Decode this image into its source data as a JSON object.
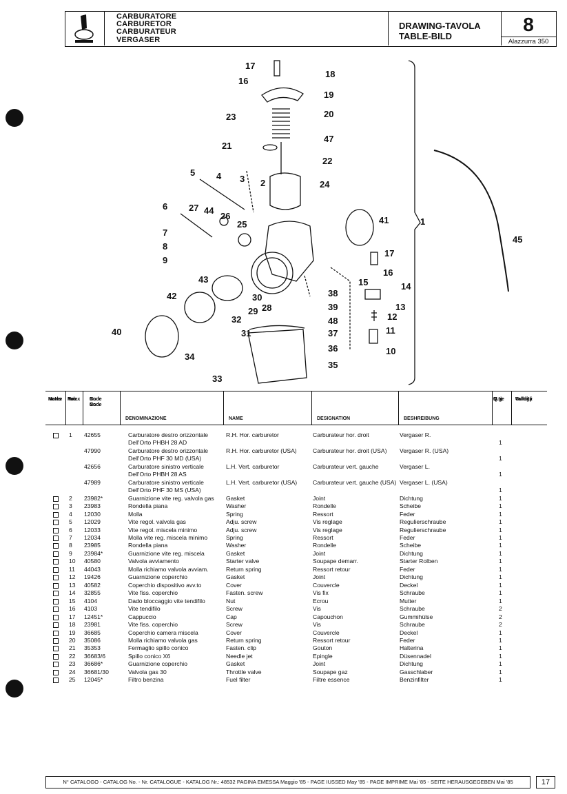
{
  "header": {
    "titles": [
      "CARBURATORE",
      "CARBURETOR",
      "CARBURATEUR",
      "VERGASER"
    ],
    "drawing_labels": [
      "DRAWING-TAVOLA",
      "TABLE-BILD"
    ],
    "drawing_number": "8",
    "model": "Alazzurra 350"
  },
  "diagram": {
    "callouts": [
      "17",
      "18",
      "16",
      "19",
      "23",
      "20",
      "47",
      "21",
      "22",
      "5",
      "4",
      "3",
      "2",
      "24",
      "6",
      "27",
      "44",
      "26",
      "25",
      "41",
      "1",
      "45",
      "7",
      "8",
      "9",
      "17",
      "16",
      "15",
      "14",
      "43",
      "42",
      "30",
      "38",
      "28",
      "39",
      "29",
      "13",
      "12",
      "32",
      "48",
      "40",
      "31",
      "37",
      "11",
      "36",
      "34",
      "10",
      "35",
      "33"
    ]
  },
  "table": {
    "headers": {
      "notes": [
        "Note",
        "Notes",
        "Notes",
        "Marke"
      ],
      "index": [
        "Index",
        "No.",
        "Pos.",
        "N."
      ],
      "code": [
        "Code N.",
        "Nr. Code",
        "N. Cod.",
        "Code Nr."
      ],
      "denominazione": "DENOMINAZIONE",
      "name": "NAME",
      "designation": "DESIGNATION",
      "beshreibung": "BESHREIBUNG",
      "qty": [
        "Q.ty",
        "Q.tà",
        "Q.te",
        "M.ge"
      ],
      "validity": [
        "Validity",
        "Validità",
        "Validité",
        "Gultig"
      ]
    },
    "rows": [
      {
        "chk": true,
        "idx": "1",
        "code": "42655",
        "den": "Carburatore destro orizzontale",
        "name": "R.H. Hor. carburetor",
        "des": "Carburateur hor. droit",
        "besh": "Vergaser R.",
        "qty": ""
      },
      {
        "chk": false,
        "idx": "",
        "code": "",
        "den": "Dell'Orto PHBH 28 AD",
        "name": "",
        "des": "",
        "besh": "",
        "qty": "1"
      },
      {
        "chk": false,
        "idx": "",
        "code": "47990",
        "den": "Carburatore destro orizzontale",
        "name": "R.H. Hor. carburetor (USA)",
        "des": "Carburateur hor. droit (USA)",
        "besh": "Vergaser R. (USA)",
        "qty": ""
      },
      {
        "chk": false,
        "idx": "",
        "code": "",
        "den": "Dell'Orto PHF 30 MD (USA)",
        "name": "",
        "des": "",
        "besh": "",
        "qty": "1"
      },
      {
        "chk": false,
        "idx": "",
        "code": "42656",
        "den": "Carburatore sinistro verticale",
        "name": "L.H. Vert. carburetor",
        "des": "Carburateur vert. gauche",
        "besh": "Vergaser L.",
        "qty": ""
      },
      {
        "chk": false,
        "idx": "",
        "code": "",
        "den": "Dell'Orto PHBH 28 AS",
        "name": "",
        "des": "",
        "besh": "",
        "qty": "1"
      },
      {
        "chk": false,
        "idx": "",
        "code": "47989",
        "den": "Carburatore sinistro verticale",
        "name": "L.H. Vert. carburetor (USA)",
        "des": "Carburateur vert. gauche (USA)",
        "besh": "Vergaser L. (USA)",
        "qty": ""
      },
      {
        "chk": false,
        "idx": "",
        "code": "",
        "den": "Dell'Orto PHF 30 MS (USA)",
        "name": "",
        "des": "",
        "besh": "",
        "qty": "1"
      },
      {
        "chk": true,
        "idx": "2",
        "code": "23982*",
        "den": "Guarnizione vite reg. valvola gas",
        "name": "Gasket",
        "des": "Joint",
        "besh": "Dichtung",
        "qty": "1"
      },
      {
        "chk": true,
        "idx": "3",
        "code": "23983",
        "den": "Rondella piana",
        "name": "Washer",
        "des": "Rondelle",
        "besh": "Scheibe",
        "qty": "1"
      },
      {
        "chk": true,
        "idx": "4",
        "code": "12030",
        "den": "Molla",
        "name": "Spring",
        "des": "Ressort",
        "besh": "Feder",
        "qty": "1"
      },
      {
        "chk": true,
        "idx": "5",
        "code": "12029",
        "den": "Vite regol. valvola gas",
        "name": "Adju. screw",
        "des": "Vis reglage",
        "besh": "Regulierschraube",
        "qty": "1"
      },
      {
        "chk": true,
        "idx": "6",
        "code": "12033",
        "den": "Vite regol. miscela minimo",
        "name": "Adju. screw",
        "des": "Vis reglage",
        "besh": "Regulierschraube",
        "qty": "1"
      },
      {
        "chk": true,
        "idx": "7",
        "code": "12034",
        "den": "Molla vite reg. miscela minimo",
        "name": "Spring",
        "des": "Ressort",
        "besh": "Feder",
        "qty": "1"
      },
      {
        "chk": true,
        "idx": "8",
        "code": "23985",
        "den": "Rondella piana",
        "name": "Washer",
        "des": "Rondelle",
        "besh": "Scheibe",
        "qty": "1"
      },
      {
        "chk": true,
        "idx": "9",
        "code": "23984*",
        "den": "Guarnizione vite reg. miscela",
        "name": "Gasket",
        "des": "Joint",
        "besh": "Dichtung",
        "qty": "1"
      },
      {
        "chk": true,
        "idx": "10",
        "code": "40580",
        "den": "Valvola avviamento",
        "name": "Starter valve",
        "des": "Soupape demarr.",
        "besh": "Starter Rolben",
        "qty": "1"
      },
      {
        "chk": true,
        "idx": "11",
        "code": "44043",
        "den": "Molla richiamo valvola avviam.",
        "name": "Return spring",
        "des": "Ressort retour",
        "besh": "Feder",
        "qty": "1"
      },
      {
        "chk": true,
        "idx": "12",
        "code": "19426",
        "den": "Guarnizione coperchio",
        "name": "Gasket",
        "des": "Joint",
        "besh": "Dichtung",
        "qty": "1"
      },
      {
        "chk": true,
        "idx": "13",
        "code": "40582",
        "den": "Coperchio dispositivo avv.to",
        "name": "Cover",
        "des": "Couvercle",
        "besh": "Deckel",
        "qty": "1"
      },
      {
        "chk": true,
        "idx": "14",
        "code": "32855",
        "den": "Vite fiss. coperchio",
        "name": "Fasten. screw",
        "des": "Vis fix",
        "besh": "Schraube",
        "qty": "1"
      },
      {
        "chk": true,
        "idx": "15",
        "code": "4104",
        "den": "Dado bloccaggio vite tendifilo",
        "name": "Nut",
        "des": "Ecrou",
        "besh": "Mutter",
        "qty": "1"
      },
      {
        "chk": true,
        "idx": "16",
        "code": "4103",
        "den": "Vite tendifilo",
        "name": "Screw",
        "des": "Vis",
        "besh": "Schraube",
        "qty": "2"
      },
      {
        "chk": true,
        "idx": "17",
        "code": "12451*",
        "den": "Cappuccio",
        "name": "Cap",
        "des": "Capouchon",
        "besh": "Gummihülse",
        "qty": "2"
      },
      {
        "chk": true,
        "idx": "18",
        "code": "23981",
        "den": "Vite fiss. coperchio",
        "name": "Screw",
        "des": "Vis",
        "besh": "Schraube",
        "qty": "2"
      },
      {
        "chk": true,
        "idx": "19",
        "code": "36685",
        "den": "Coperchio camera miscela",
        "name": "Cover",
        "des": "Couvercle",
        "besh": "Deckel",
        "qty": "1"
      },
      {
        "chk": true,
        "idx": "20",
        "code": "35086",
        "den": "Molla richiamo valvola gas",
        "name": "Return spring",
        "des": "Ressort retour",
        "besh": "Feder",
        "qty": "1"
      },
      {
        "chk": true,
        "idx": "21",
        "code": "35353",
        "den": "Fermaglio spillo conico",
        "name": "Fasten. clip",
        "des": "Gouton",
        "besh": "Halterina",
        "qty": "1"
      },
      {
        "chk": true,
        "idx": "22",
        "code": "36683/6",
        "den": "Spillo conico X6",
        "name": "Needle jet",
        "des": "Epingle",
        "besh": "Düsennadel",
        "qty": "1"
      },
      {
        "chk": true,
        "idx": "23",
        "code": "36686*",
        "den": "Guarnizione coperchio",
        "name": "Gasket",
        "des": "Joint",
        "besh": "Dichtung",
        "qty": "1"
      },
      {
        "chk": true,
        "idx": "24",
        "code": "36681/30",
        "den": "Valvola gas 30",
        "name": "Throttle valve",
        "des": "Soupape gaz",
        "besh": "Gasschlaber",
        "qty": "1"
      },
      {
        "chk": true,
        "idx": "25",
        "code": "12045*",
        "den": "Filtro benzina",
        "name": "Fuel filter",
        "des": "Filtre essence",
        "besh": "Benzinfilter",
        "qty": "1"
      }
    ]
  },
  "footer": {
    "text": "N° CATALOGO - CATALOG No. - Nr. CATALOGUE - KATALOG Nr.: 48532 PAGINA EMESSA Maggio '85 - PAGE IUSSED May '85 - PAGE IMPRIME Mai '85 - SEITE HERAUSGEGEBEN Mai '85",
    "page": "17"
  }
}
